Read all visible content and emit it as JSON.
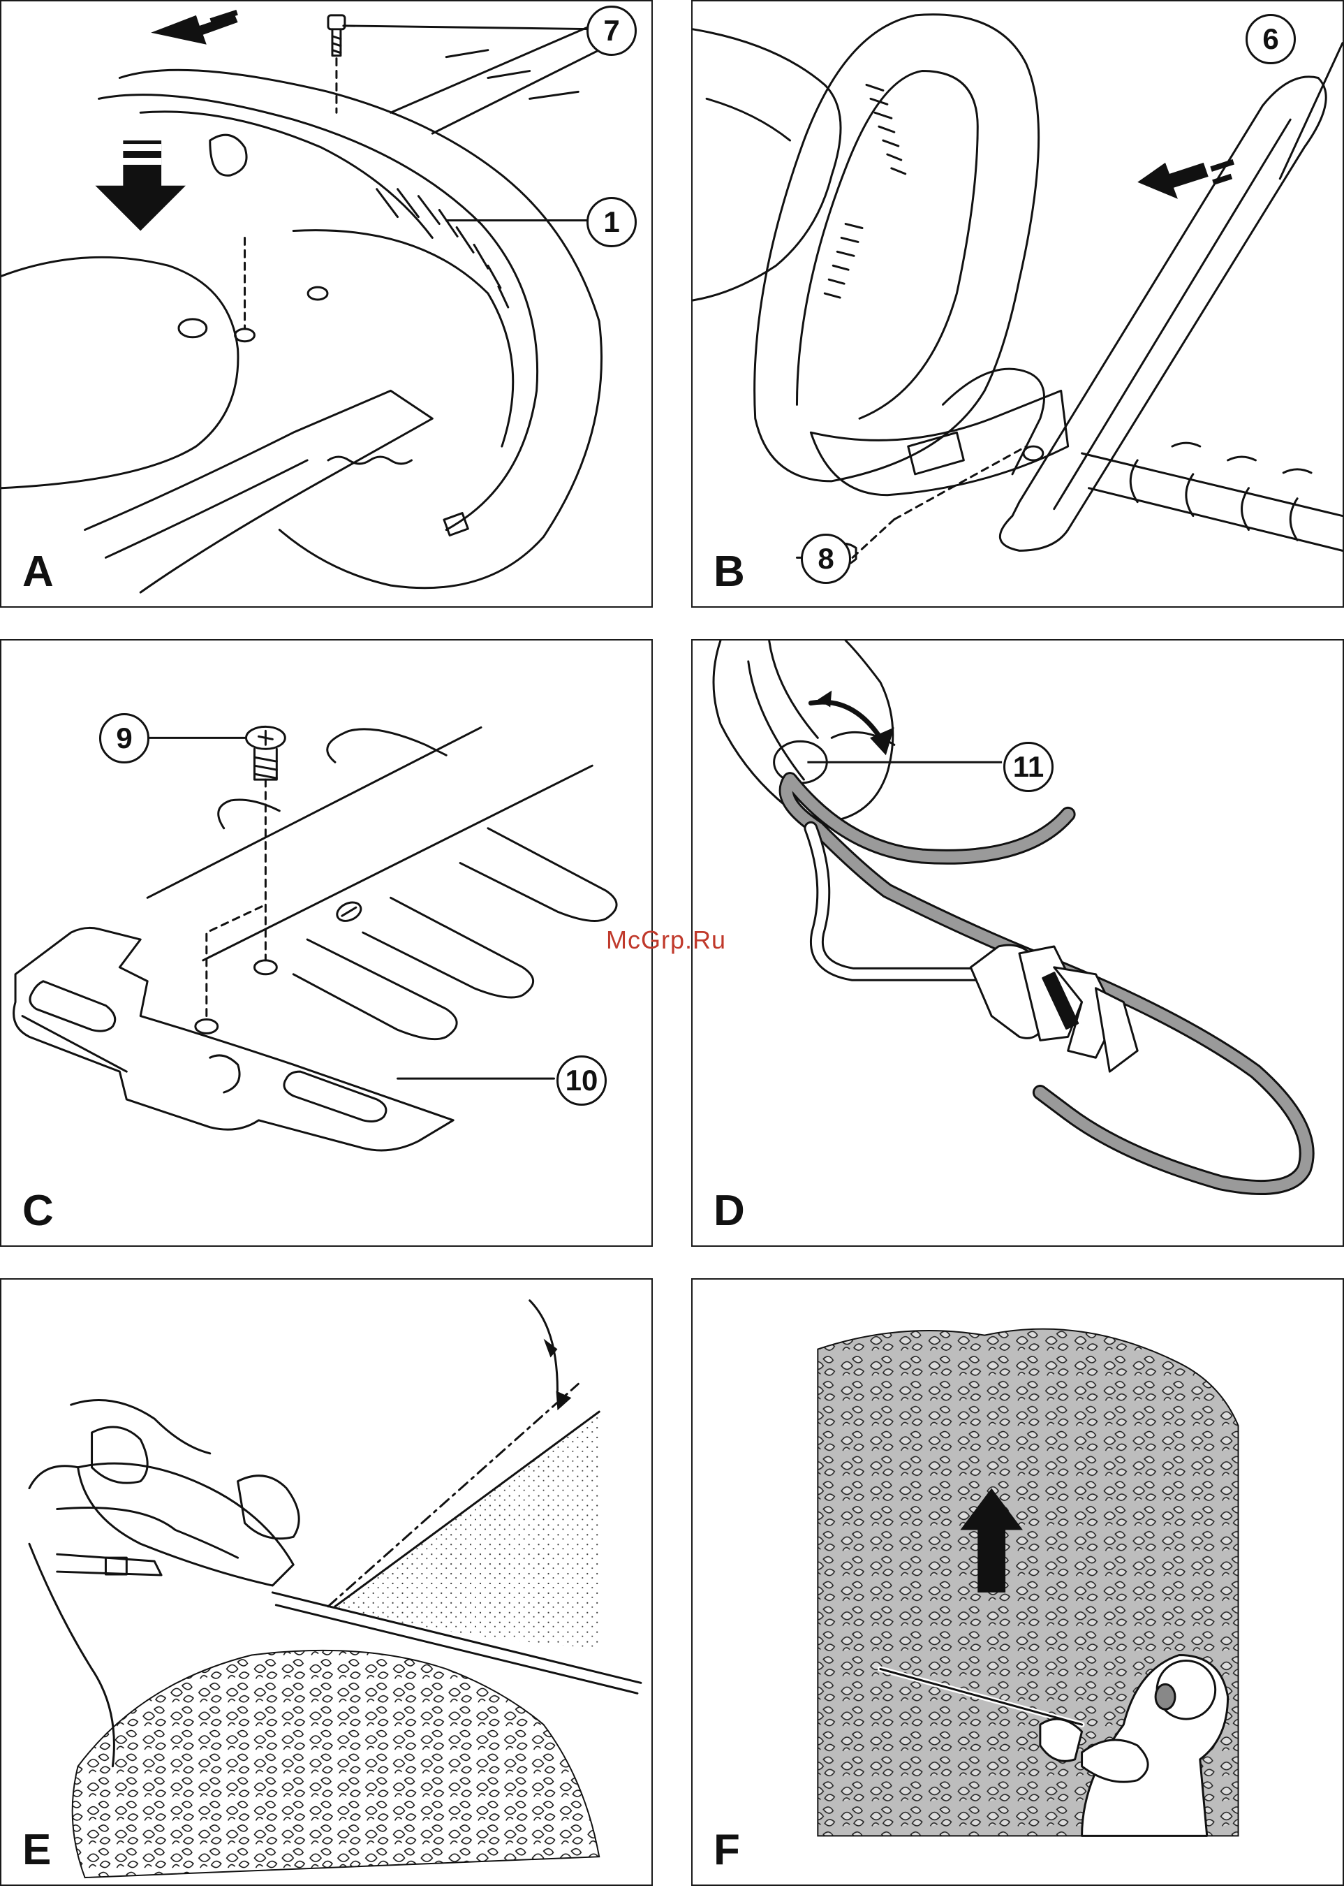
{
  "panels": [
    {
      "letter": "A",
      "callouts": [
        "7",
        "1"
      ]
    },
    {
      "letter": "B",
      "callouts": [
        "6",
        "8"
      ]
    },
    {
      "letter": "C",
      "callouts": [
        "9",
        "10"
      ]
    },
    {
      "letter": "D",
      "callouts": [
        "11"
      ]
    },
    {
      "letter": "E",
      "callouts": []
    },
    {
      "letter": "F",
      "callouts": []
    }
  ],
  "watermark": "McGrp.Ru",
  "colors": {
    "line": "#111111",
    "cord": "#9a9a9a",
    "hedge": "#bdbdbd",
    "watermark": "#c0392b"
  }
}
